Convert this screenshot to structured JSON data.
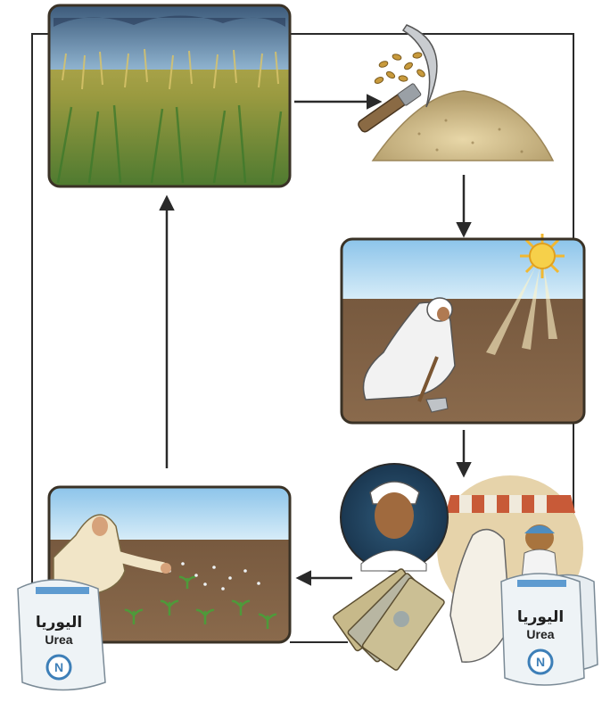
{
  "diagram": {
    "stages": [
      {
        "id": "grown-crop",
        "name": "Mature wheat field"
      },
      {
        "id": "harvest",
        "name": "Harvest with sickle, grain heap"
      },
      {
        "id": "plowing",
        "name": "Farmer hoeing soil under the sun"
      },
      {
        "id": "buying-fertilizer",
        "name": "Buying urea fertilizer at the market"
      },
      {
        "id": "fertilizing",
        "name": "Woman spreading fertilizer on seedlings"
      }
    ],
    "fertilizer_bag": {
      "label_ar": "اليوريا",
      "label_en": "Urea",
      "badge": "N"
    }
  },
  "colors": {
    "line": "#2a2a2a",
    "frame": "#3a3226",
    "sky": "#8fc3e6",
    "soil": "#7a5c40",
    "wheat": "#b9a34c",
    "bag_text": "#1f1f1f",
    "badge": "#3d7fb8"
  }
}
